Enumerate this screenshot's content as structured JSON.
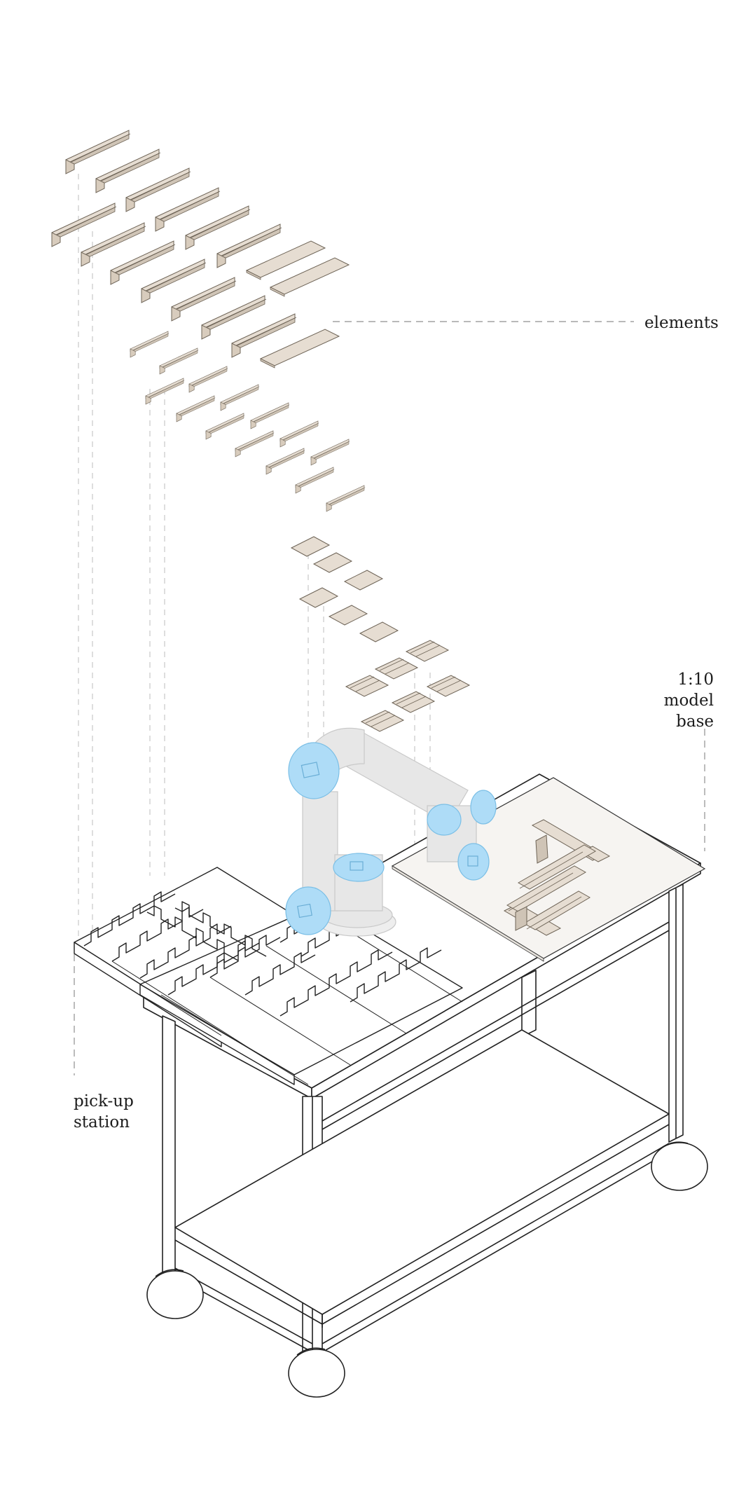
{
  "labels": {
    "elements": "elements",
    "model_base": [
      "1:10",
      "model",
      "base"
    ],
    "pickup_station": [
      "pick-up",
      "station"
    ]
  },
  "colors": {
    "line": "#222222",
    "element_fill": "#e6ddd2",
    "element_stroke": "#6e6457",
    "robot_body": "#e7e7e7",
    "robot_joint": "#aedcf7",
    "leader": "#9a9a9a",
    "board_fill": "#f6f4f1"
  }
}
